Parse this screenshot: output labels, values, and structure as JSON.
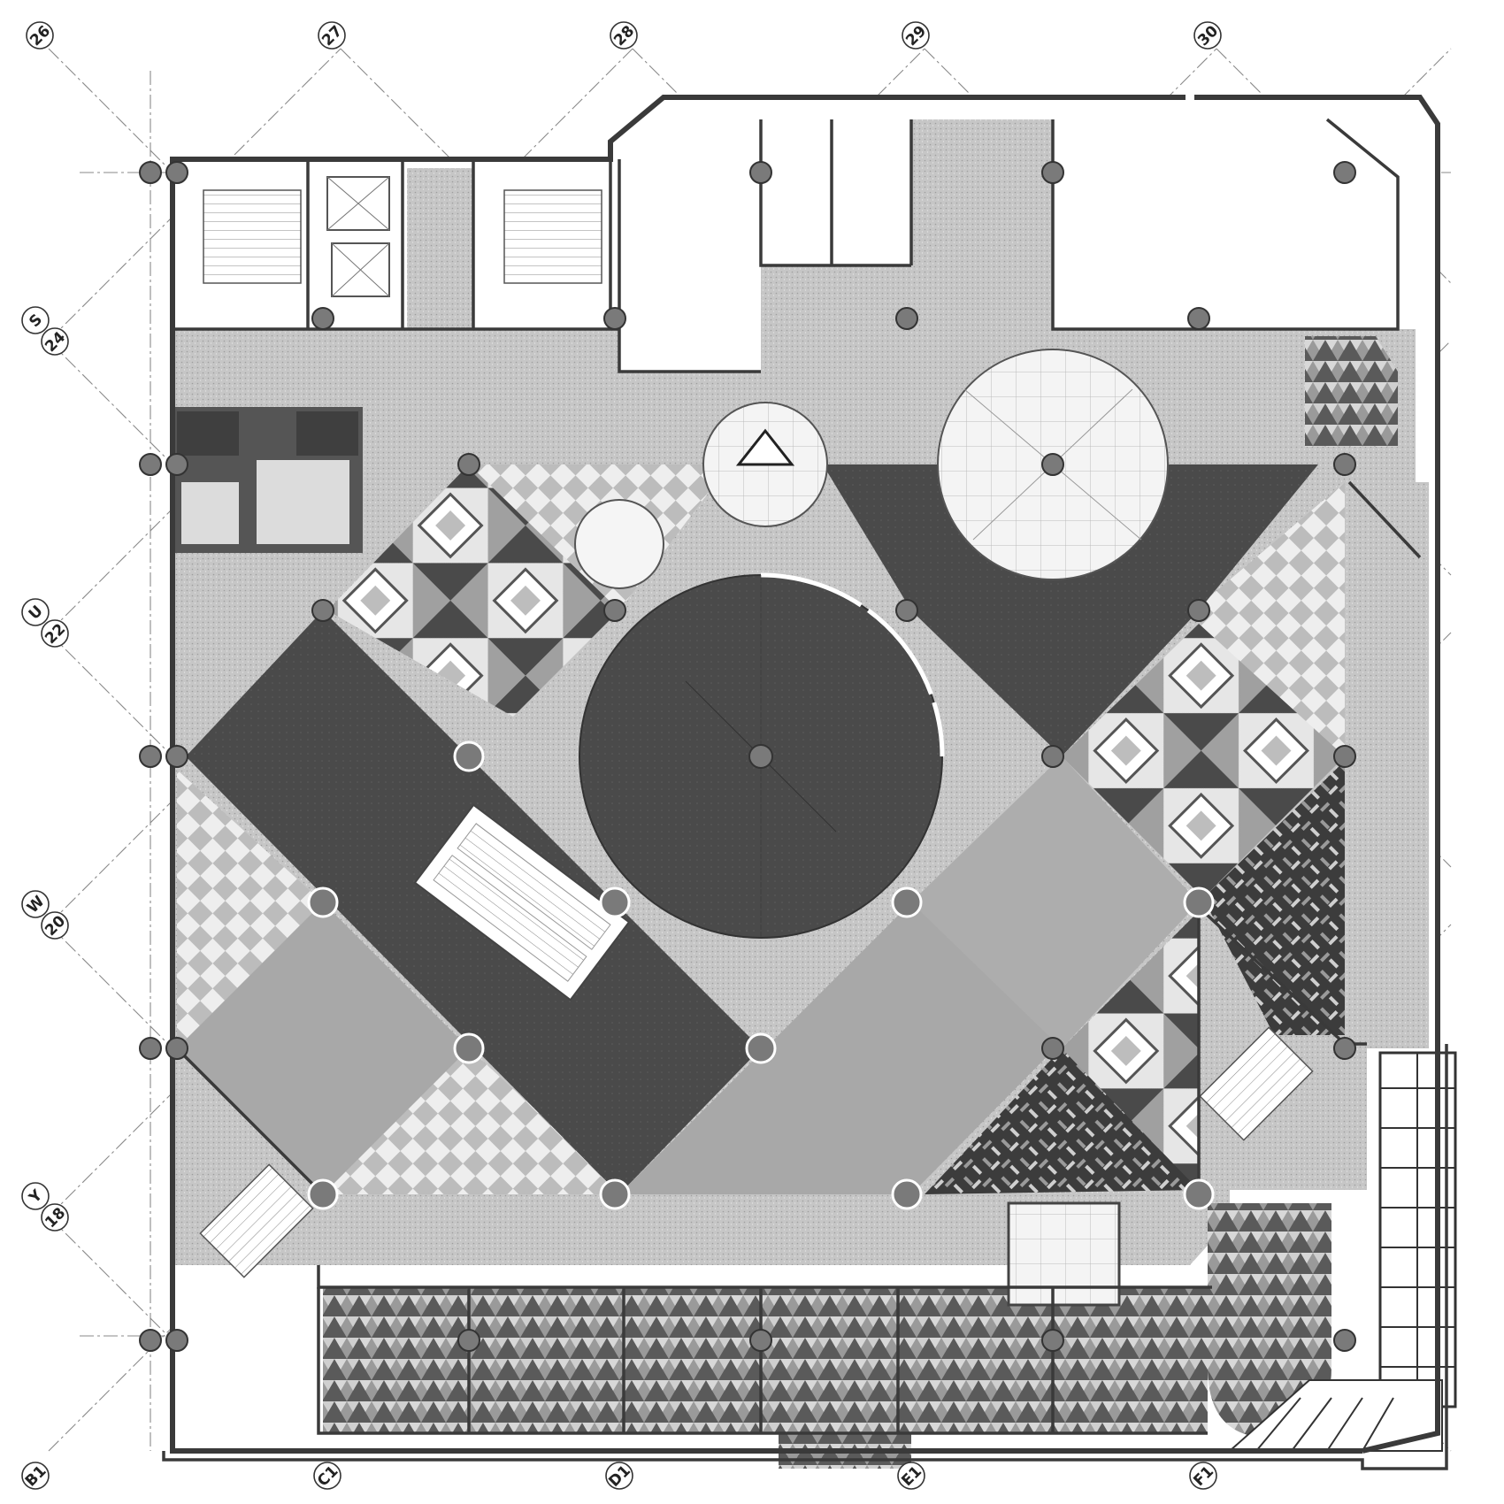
{
  "grid_labels": {
    "top": [
      "26",
      "27",
      "28",
      "29",
      "30"
    ],
    "left": [
      {
        "letter": "S",
        "number": "24"
      },
      {
        "letter": "U",
        "number": "22"
      },
      {
        "letter": "W",
        "number": "20"
      },
      {
        "letter": "Y",
        "number": "18"
      }
    ],
    "bottom": [
      "B1",
      "C1",
      "D1",
      "E1",
      "F1"
    ]
  },
  "colors": {
    "terrazzo": "#c4c4c4",
    "dark_floor": "#4b4b4b",
    "mid_floor": "#a6a6a6",
    "wall": "#3a3a3a",
    "column": "#7a7a7a",
    "checker_dark": "#bdbdbd"
  }
}
